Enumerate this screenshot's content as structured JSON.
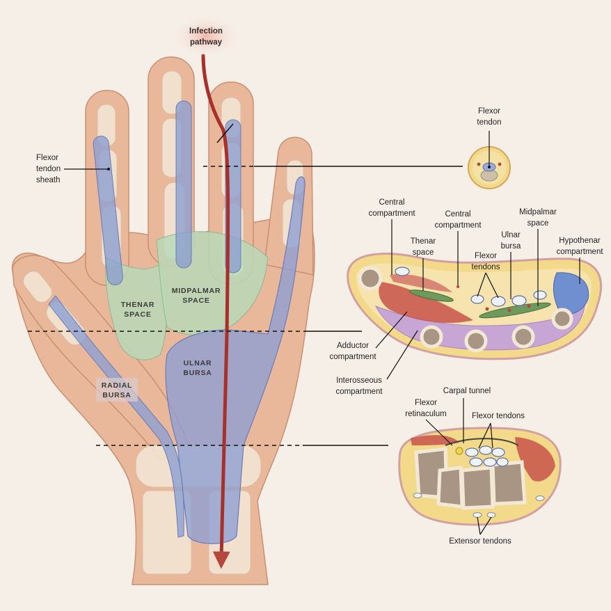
{
  "pathway_label": [
    "Infection",
    "pathway"
  ],
  "hand_labels": {
    "flexor_tendon_sheath": [
      "Flexor",
      "tendon",
      "sheath"
    ],
    "thenar_space": [
      "THENAR",
      "SPACE"
    ],
    "midpalmar_space": [
      "MIDPALMAR",
      "SPACE"
    ],
    "ulnar_bursa": [
      "ULNAR",
      "BURSA"
    ],
    "radial_bursa": [
      "RADIAL",
      "BURSA"
    ]
  },
  "finger_section": {
    "flexor_tendon": [
      "Flexor",
      "tendon"
    ]
  },
  "palm_section": {
    "central_compartment_left": [
      "Central",
      "compartment"
    ],
    "central_compartment_right": [
      "Central",
      "compartment"
    ],
    "thenar_space": [
      "Thenar",
      "space"
    ],
    "flexor_tendons": [
      "Flexor",
      "tendons"
    ],
    "ulnar_bursa": [
      "Ulnar",
      "bursa"
    ],
    "midpalmar_space": [
      "Midpalmar",
      "space"
    ],
    "hypothenar_compartment": [
      "Hypothenar",
      "compartment"
    ],
    "adductor_compartment": [
      "Adductor",
      "compartment"
    ],
    "interosseous_compartment": [
      "Interosseous",
      "compartment"
    ]
  },
  "wrist_section": {
    "carpal_tunnel": [
      "Carpal tunnel"
    ],
    "flexor_retinaculum": [
      "Flexor",
      "retinaculum"
    ],
    "flexor_tendons": [
      "Flexor tendons"
    ],
    "extensor_tendons": [
      "Extensor tendons"
    ]
  },
  "colors": {
    "background": "#f6efe8",
    "skin": "#e9b79a",
    "bone": "#f2e8d6",
    "bursa_blue": "#8d9fd2",
    "space_green": "#b9d9b8",
    "infection_red": "#a8302b",
    "fat_yellow": "#f3d98a",
    "muscle_red": "#c7544a",
    "interosseous_purple": "#c7a6d6"
  }
}
